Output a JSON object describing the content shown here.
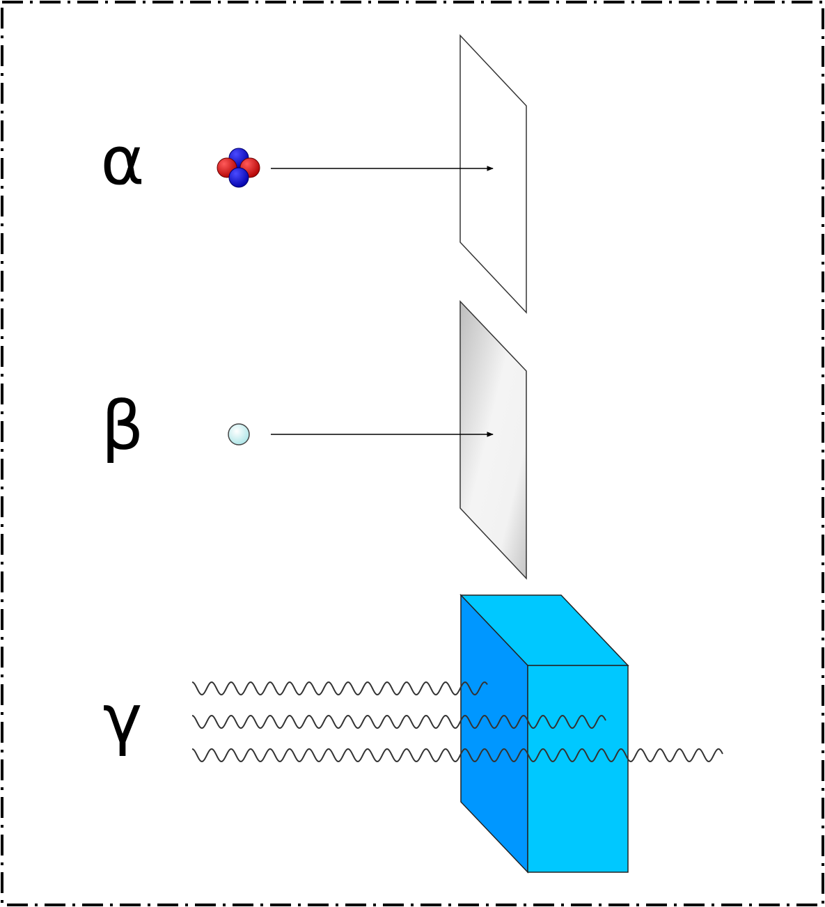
{
  "labels": {
    "alpha": "α",
    "beta": "β",
    "gamma": "γ"
  },
  "colors": {
    "frame": "#000000",
    "proton": "#cc0000",
    "neutron": "#0000cc",
    "electron": "#c6f0f0",
    "arrow": "#000000",
    "paper_sheet": "#ffffff",
    "aluminium_sheet": "#e8e8e8",
    "block_front": "#0097ff",
    "block_side": "#00c8ff",
    "block_top": "#00c8ff",
    "wave": "#333333"
  }
}
